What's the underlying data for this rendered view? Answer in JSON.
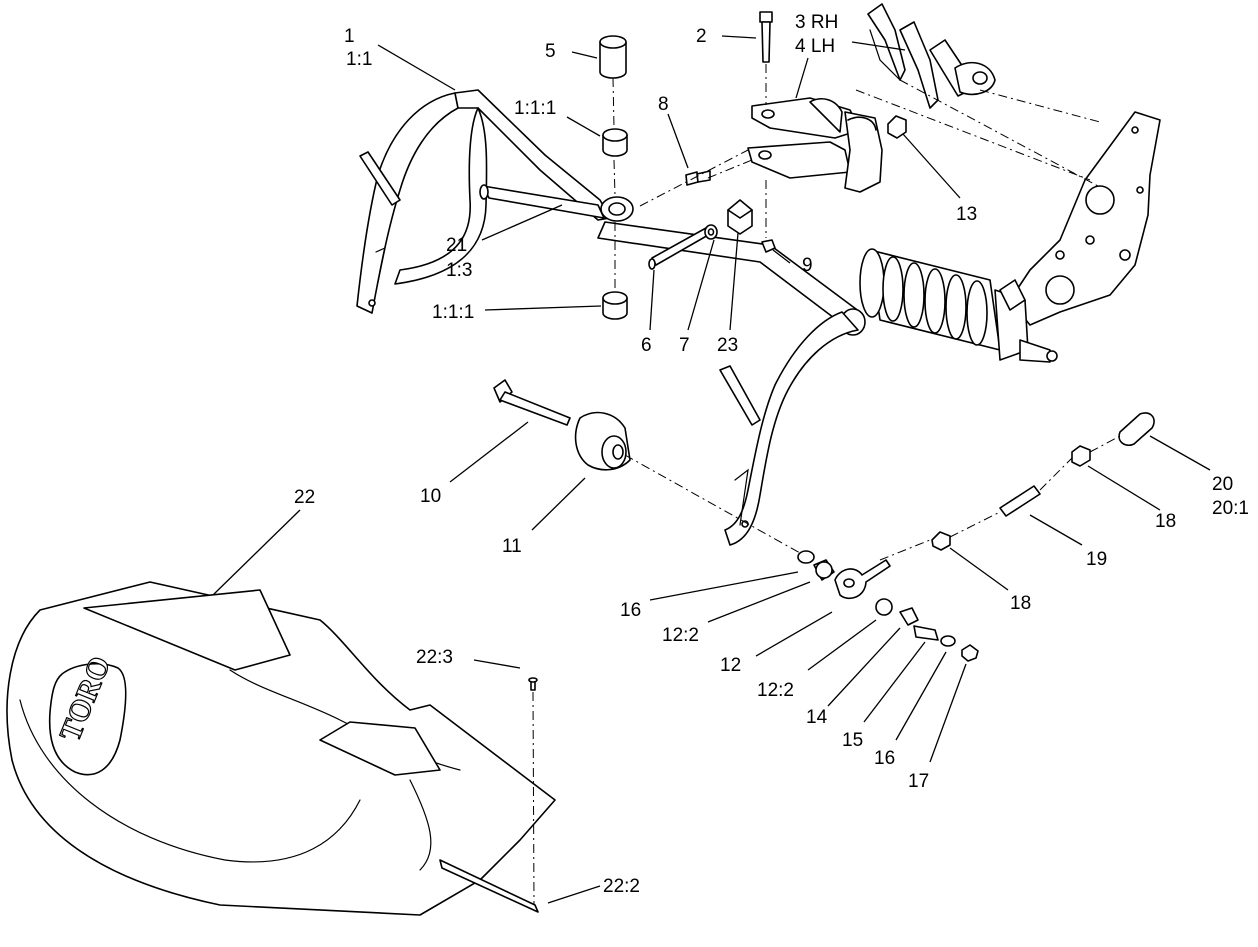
{
  "callouts": [
    {
      "id": "c1",
      "text": "1"
    },
    {
      "id": "c1_1",
      "text": "1:1"
    },
    {
      "id": "c2",
      "text": "2"
    },
    {
      "id": "c3",
      "text": "3 RH"
    },
    {
      "id": "c4",
      "text": "4 LH"
    },
    {
      "id": "c5",
      "text": "5"
    },
    {
      "id": "c1_1_1a",
      "text": "1:1:1"
    },
    {
      "id": "c8",
      "text": "8"
    },
    {
      "id": "c13",
      "text": "13"
    },
    {
      "id": "c21",
      "text": "21"
    },
    {
      "id": "c1_3",
      "text": "1:3"
    },
    {
      "id": "c9",
      "text": "9"
    },
    {
      "id": "c1_1_1b",
      "text": "1:1:1"
    },
    {
      "id": "c6",
      "text": "6"
    },
    {
      "id": "c7",
      "text": "7"
    },
    {
      "id": "c23",
      "text": "23"
    },
    {
      "id": "c10",
      "text": "10"
    },
    {
      "id": "c11",
      "text": "11"
    },
    {
      "id": "c22",
      "text": "22"
    },
    {
      "id": "c20",
      "text": "20"
    },
    {
      "id": "c20_1",
      "text": "20:1"
    },
    {
      "id": "c18a",
      "text": "18"
    },
    {
      "id": "c19",
      "text": "19"
    },
    {
      "id": "c18b",
      "text": "18"
    },
    {
      "id": "c16a",
      "text": "16"
    },
    {
      "id": "c12_2a",
      "text": "12:2"
    },
    {
      "id": "c12",
      "text": "12"
    },
    {
      "id": "c12_2b",
      "text": "12:2"
    },
    {
      "id": "c14",
      "text": "14"
    },
    {
      "id": "c15",
      "text": "15"
    },
    {
      "id": "c16b",
      "text": "16"
    },
    {
      "id": "c17",
      "text": "17"
    },
    {
      "id": "c22_3",
      "text": "22:3"
    },
    {
      "id": "c22_2",
      "text": "22:2"
    }
  ],
  "logo": {
    "brand": "TORO"
  }
}
